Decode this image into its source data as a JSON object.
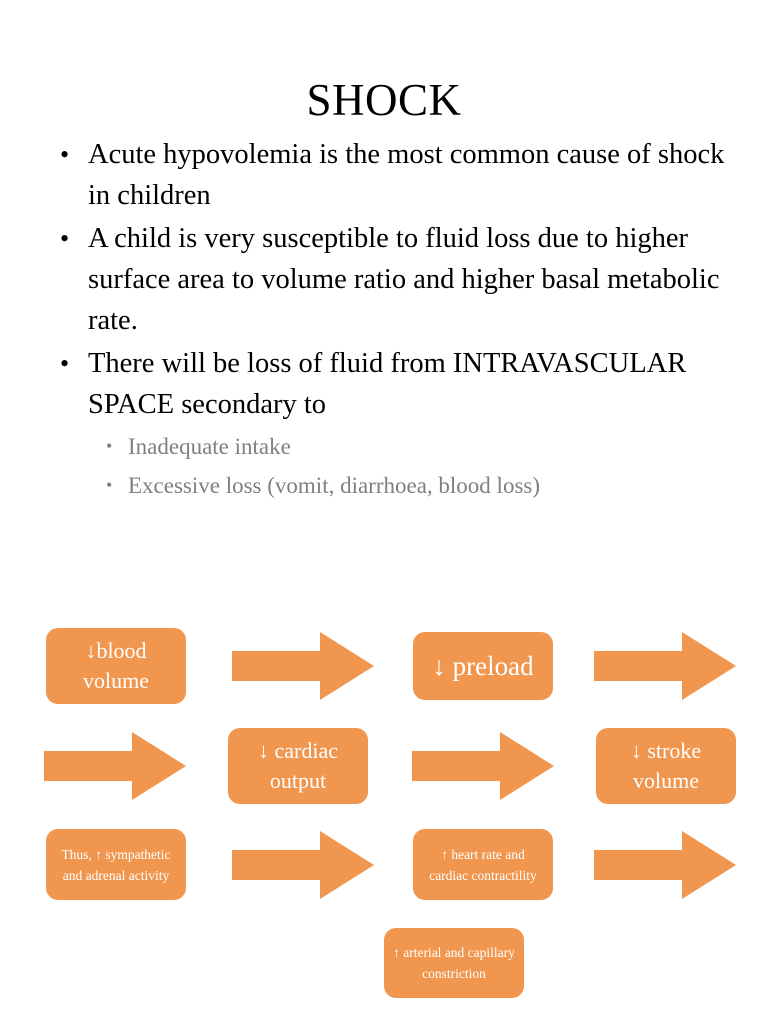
{
  "slide": {
    "title": "SHOCK",
    "bullets": [
      {
        "marker": "•",
        "text": "Acute hypovolemia is the most common cause of shock in children",
        "sub": []
      },
      {
        "marker": "•",
        "text": "A child is very susceptible to fluid loss due to higher surface area to volume ratio and higher basal metabolic rate.",
        "sub": []
      },
      {
        "marker": "•",
        "text": "There will be loss of fluid from INTRAVASCULAR SPACE secondary to",
        "sub": [
          {
            "marker": "•",
            "text": "Inadequate intake"
          },
          {
            "marker": "•",
            "text": "Excessive loss (vomit, diarrhoea, blood loss)"
          }
        ]
      }
    ]
  },
  "diagram": {
    "accent_color": "#F0964E",
    "text_color": "#FFFFFF",
    "boxes": [
      {
        "id": "blood-volume",
        "text": "↓blood volume"
      },
      {
        "id": "preload",
        "text": "↓ preload"
      },
      {
        "id": "cardiac-output",
        "text": "↓ cardiac output"
      },
      {
        "id": "stroke-volume",
        "text": "↓ stroke volume"
      },
      {
        "id": "sympathetic",
        "text": "Thus, ↑ sympathetic and adrenal activity"
      },
      {
        "id": "heart-rate",
        "text": "↑ heart rate and cardiac contractility"
      },
      {
        "id": "constriction",
        "text": "↑ arterial and capillary constriction"
      }
    ],
    "arrows": [
      {
        "id": "arrow-1",
        "direction": "right"
      },
      {
        "id": "arrow-2",
        "direction": "right"
      },
      {
        "id": "arrow-3",
        "direction": "right"
      },
      {
        "id": "arrow-4",
        "direction": "right"
      },
      {
        "id": "arrow-5",
        "direction": "right"
      },
      {
        "id": "arrow-6",
        "direction": "right"
      }
    ]
  }
}
